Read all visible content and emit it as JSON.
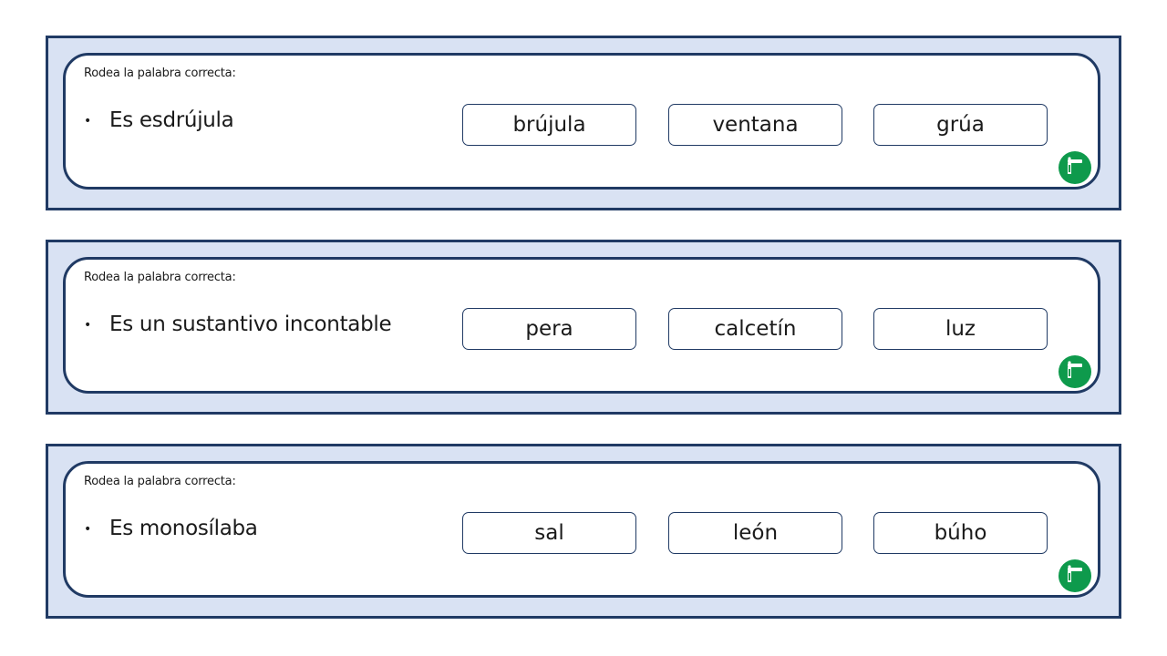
{
  "cards": [
    {
      "instruction": "Rodea la palabra correcta:",
      "bullet": "•",
      "statement": "Es esdrújula",
      "options": [
        "brújula",
        "ventana",
        "grúa"
      ],
      "logo_icon": "pencil-logo-icon"
    },
    {
      "instruction": "Rodea la palabra correcta:",
      "bullet": "•",
      "statement": "Es un sustantivo incontable",
      "options": [
        "pera",
        "calcetín",
        "luz"
      ],
      "logo_icon": "pencil-logo-icon"
    },
    {
      "instruction": "Rodea la palabra correcta:",
      "bullet": "•",
      "statement": "Es monosílaba",
      "options": [
        "sal",
        "león",
        "búho"
      ],
      "logo_icon": "pencil-logo-icon"
    }
  ],
  "colors": {
    "frame_border": "#203a64",
    "frame_fill": "#d9e2f3",
    "logo_green": "#0e9a4c"
  }
}
